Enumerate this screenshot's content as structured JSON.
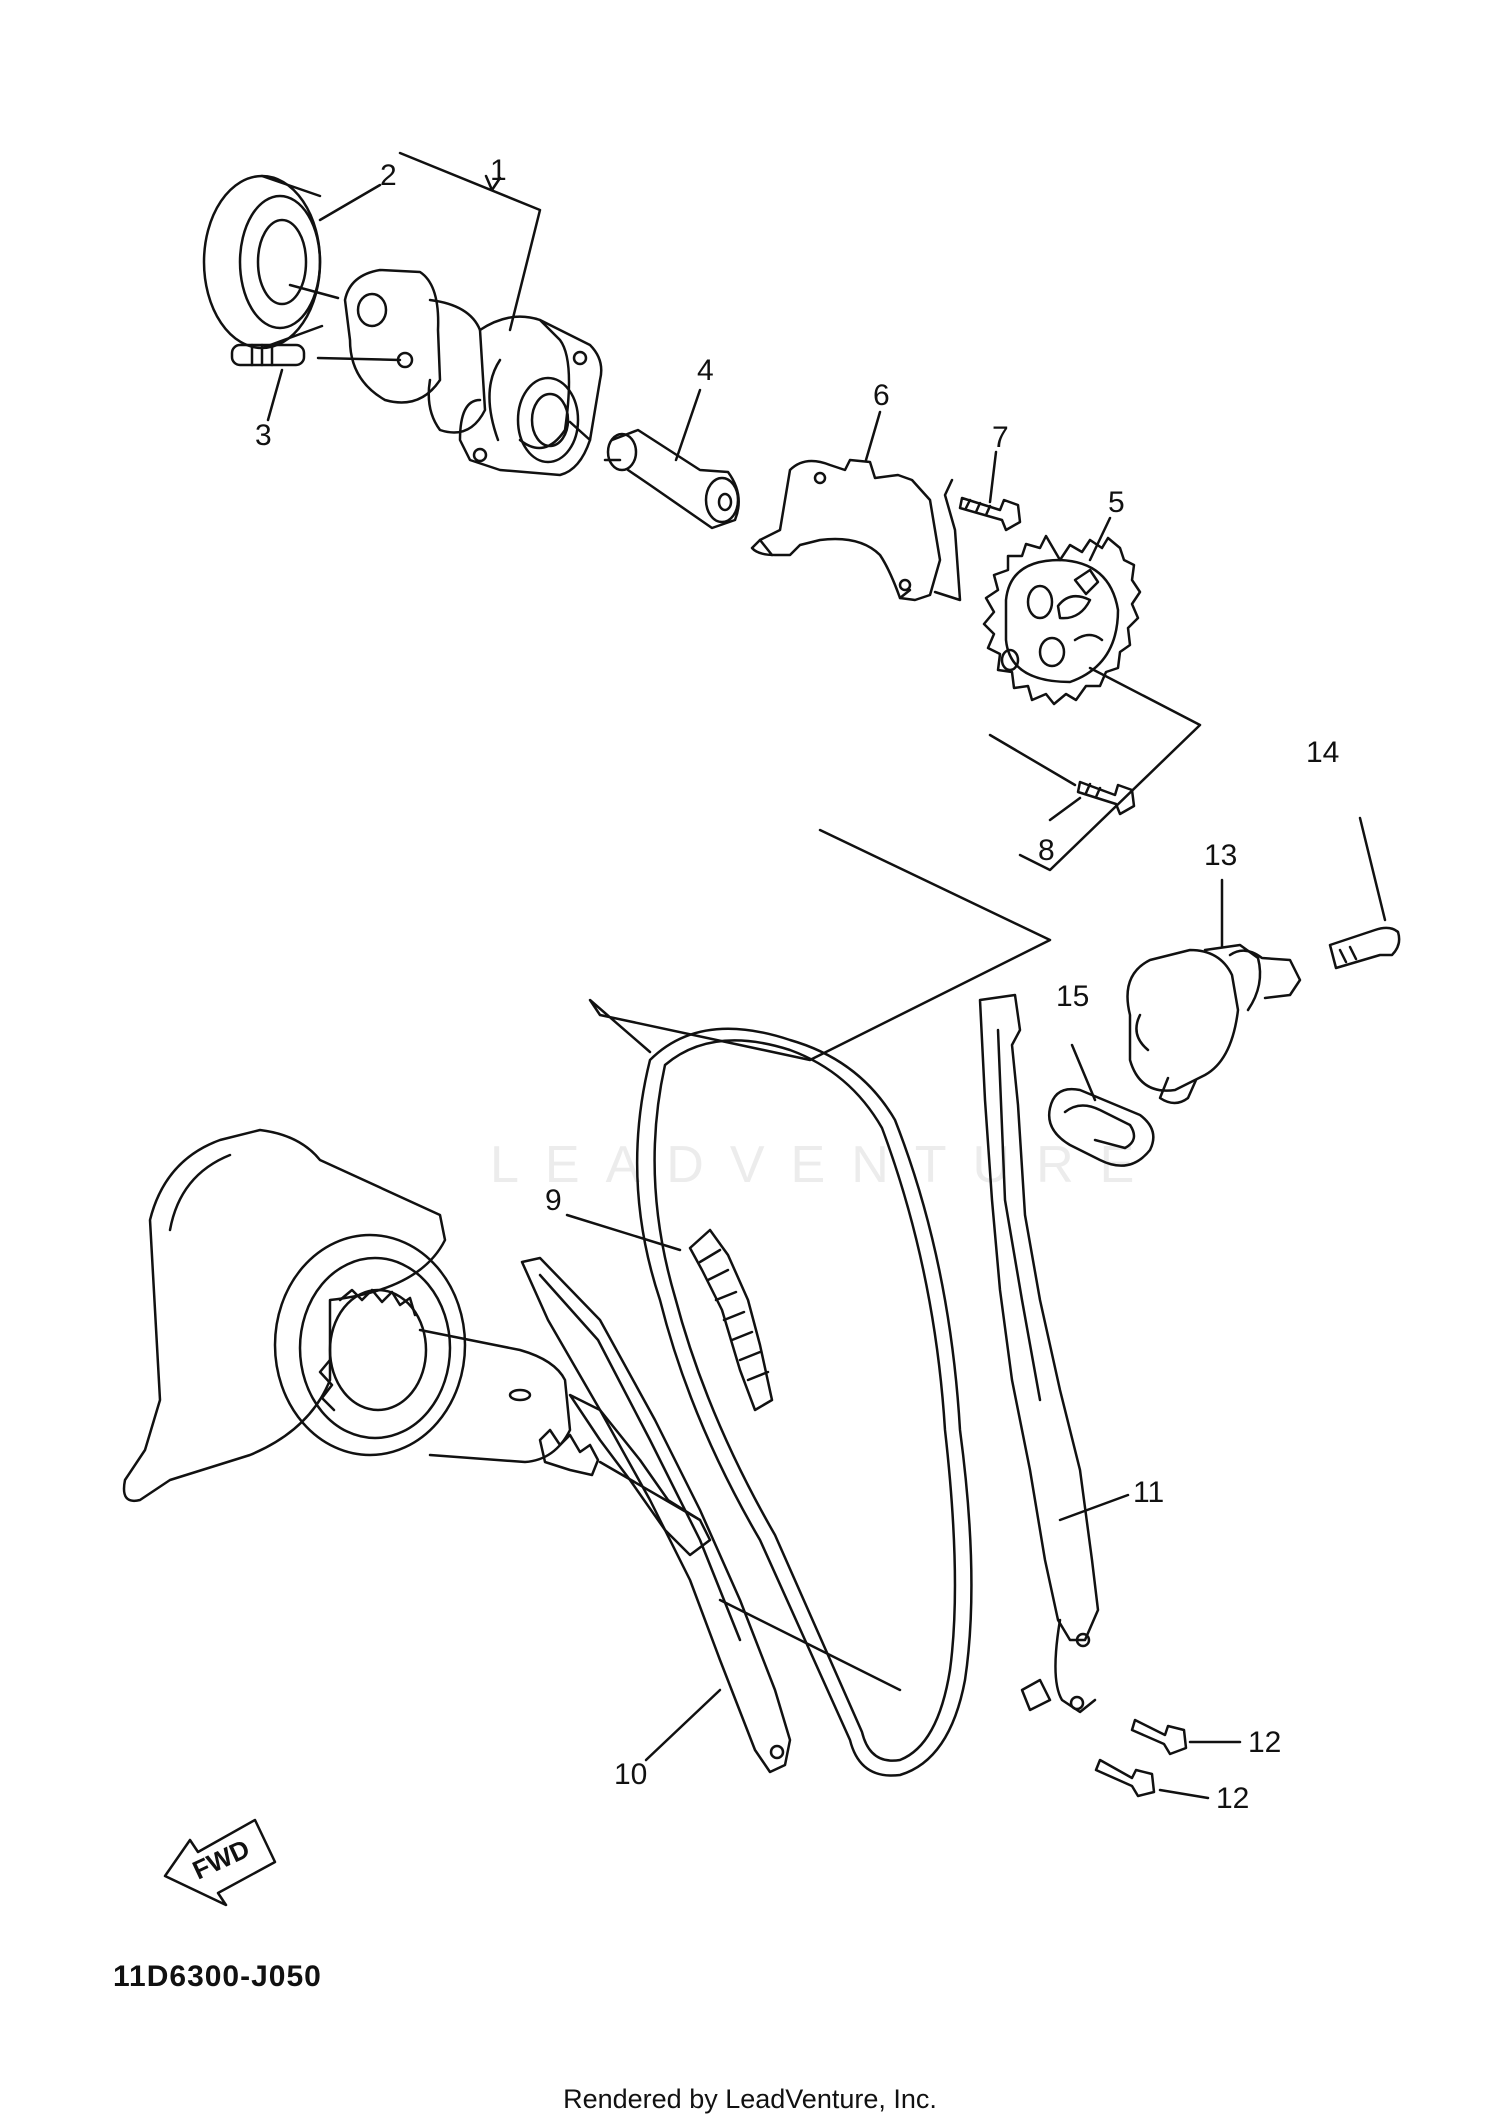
{
  "diagram": {
    "part_numbers": [
      "1",
      "2",
      "3",
      "4",
      "5",
      "6",
      "7",
      "8",
      "9",
      "10",
      "11",
      "12",
      "12",
      "13",
      "14",
      "15"
    ],
    "direction_label": "FWD",
    "diagram_code": "11D6300-J050",
    "watermark": "LEADVENTURE",
    "credit": "Rendered by LeadVenture, Inc."
  }
}
